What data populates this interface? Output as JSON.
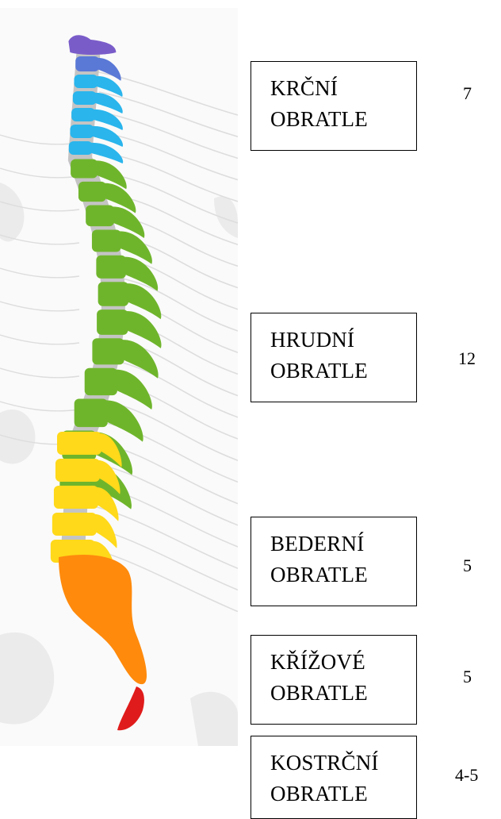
{
  "colors": {
    "cervical": "#2ab5ec",
    "atlas": "#7a5cc9",
    "axis": "#5a78d6",
    "thoracic": "#6fb52c",
    "lumbar": "#ffd91a",
    "sacrum": "#ff8a0c",
    "coccyx": "#e01b1b",
    "background_shapes": "#ebebeb",
    "ribs": "#dddddd"
  },
  "sections": [
    {
      "key": "cervical",
      "line1": "KRČNÍ",
      "line2": "OBRATLE",
      "count": "7"
    },
    {
      "key": "thoracic",
      "line1": "HRUDNÍ",
      "line2": "OBRATLE",
      "count": "12"
    },
    {
      "key": "lumbar",
      "line1": "BEDERNÍ",
      "line2": "OBRATLE",
      "count": "5"
    },
    {
      "key": "sacral",
      "line1": "KŘÍŽOVÉ",
      "line2": "OBRATLE",
      "count": "5"
    },
    {
      "key": "coccygeal",
      "line1": "KOSTRČNÍ",
      "line2": "OBRATLE",
      "count": "4-5"
    }
  ]
}
